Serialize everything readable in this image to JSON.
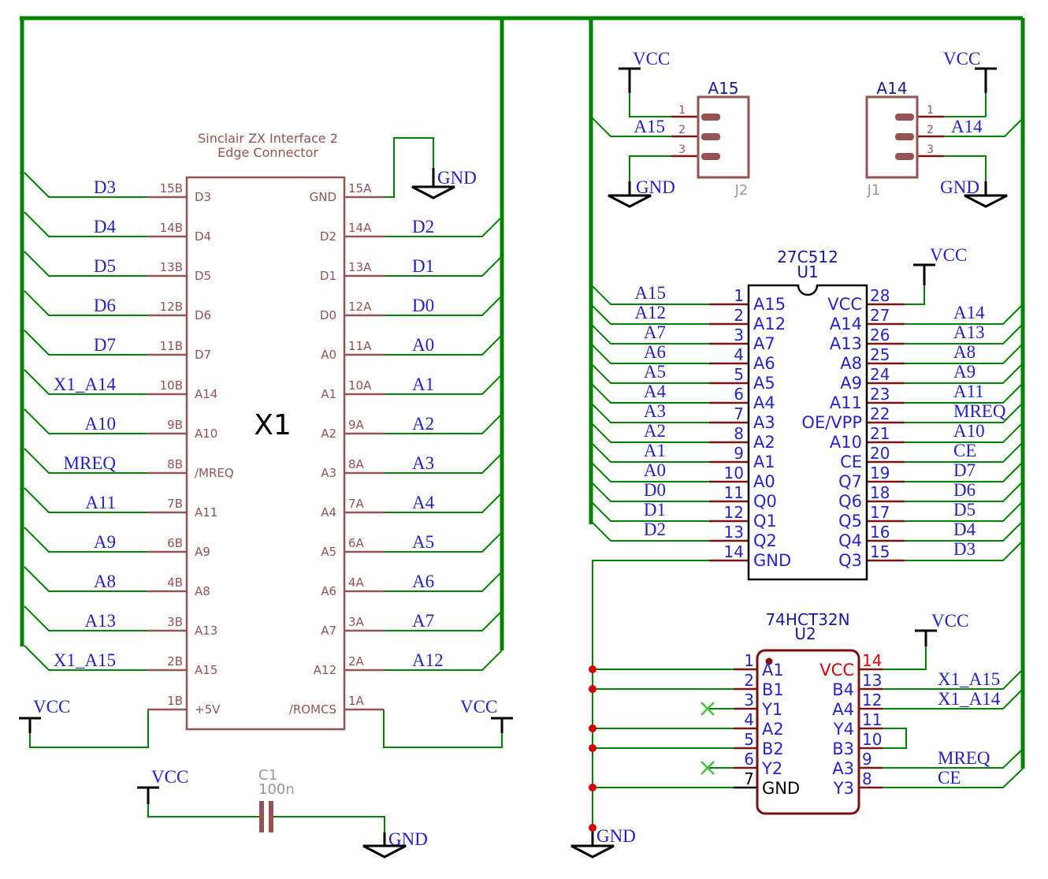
{
  "x1": {
    "title1": "Sinclair ZX Interface 2",
    "title2": "Edge Connector",
    "ref": "X1",
    "left": [
      {
        "num": "15B",
        "name": "D3",
        "net": "D3"
      },
      {
        "num": "14B",
        "name": "D4",
        "net": "D4"
      },
      {
        "num": "13B",
        "name": "D5",
        "net": "D5"
      },
      {
        "num": "12B",
        "name": "D6",
        "net": "D6"
      },
      {
        "num": "11B",
        "name": "D7",
        "net": "D7"
      },
      {
        "num": "10B",
        "name": "A14",
        "net": "X1_A14"
      },
      {
        "num": "9B",
        "name": "A10",
        "net": "A10"
      },
      {
        "num": "8B",
        "name": "/MREQ",
        "net": "MREQ"
      },
      {
        "num": "7B",
        "name": "A11",
        "net": "A11"
      },
      {
        "num": "6B",
        "name": "A9",
        "net": "A9"
      },
      {
        "num": "4B",
        "name": "A8",
        "net": "A8"
      },
      {
        "num": "3B",
        "name": "A13",
        "net": "A13"
      },
      {
        "num": "2B",
        "name": "A15",
        "net": "X1_A15"
      },
      {
        "num": "1B",
        "name": "+5V"
      }
    ],
    "right": [
      {
        "num": "15A",
        "name": "GND"
      },
      {
        "num": "14A",
        "name": "D2",
        "net": "D2"
      },
      {
        "num": "13A",
        "name": "D1",
        "net": "D1"
      },
      {
        "num": "12A",
        "name": "D0",
        "net": "D0"
      },
      {
        "num": "11A",
        "name": "A0",
        "net": "A0"
      },
      {
        "num": "10A",
        "name": "A1",
        "net": "A1"
      },
      {
        "num": "9A",
        "name": "A2",
        "net": "A2"
      },
      {
        "num": "8A",
        "name": "A3",
        "net": "A3"
      },
      {
        "num": "7A",
        "name": "A4",
        "net": "A4"
      },
      {
        "num": "6A",
        "name": "A5",
        "net": "A5"
      },
      {
        "num": "4A",
        "name": "A6",
        "net": "A6"
      },
      {
        "num": "3A",
        "name": "A7",
        "net": "A7"
      },
      {
        "num": "2A",
        "name": "A12",
        "net": "A12"
      },
      {
        "num": "1A",
        "name": "/ROMCS"
      }
    ]
  },
  "u1": {
    "title": "27C512",
    "ref": "U1",
    "left": [
      {
        "num": "1",
        "name": "A15",
        "net": "A15"
      },
      {
        "num": "2",
        "name": "A12",
        "net": "A12"
      },
      {
        "num": "3",
        "name": "A7",
        "net": "A7"
      },
      {
        "num": "4",
        "name": "A6",
        "net": "A6"
      },
      {
        "num": "5",
        "name": "A5",
        "net": "A5"
      },
      {
        "num": "6",
        "name": "A4",
        "net": "A4"
      },
      {
        "num": "7",
        "name": "A3",
        "net": "A3"
      },
      {
        "num": "8",
        "name": "A2",
        "net": "A2"
      },
      {
        "num": "9",
        "name": "A1",
        "net": "A1"
      },
      {
        "num": "10",
        "name": "A0",
        "net": "A0"
      },
      {
        "num": "11",
        "name": "Q0",
        "net": "D0"
      },
      {
        "num": "12",
        "name": "Q1",
        "net": "D1"
      },
      {
        "num": "13",
        "name": "Q2",
        "net": "D2"
      },
      {
        "num": "14",
        "name": "GND"
      }
    ],
    "right": [
      {
        "num": "28",
        "name": "VCC"
      },
      {
        "num": "27",
        "name": "A14",
        "net": "A14"
      },
      {
        "num": "26",
        "name": "A13",
        "net": "A13"
      },
      {
        "num": "25",
        "name": "A8",
        "net": "A8"
      },
      {
        "num": "24",
        "name": "A9",
        "net": "A9"
      },
      {
        "num": "23",
        "name": "A11",
        "net": "A11"
      },
      {
        "num": "22",
        "name": "OE/VPP",
        "net": "MREQ"
      },
      {
        "num": "21",
        "name": "A10",
        "net": "A10"
      },
      {
        "num": "20",
        "name": "CE",
        "net": "CE"
      },
      {
        "num": "19",
        "name": "Q7",
        "net": "D7"
      },
      {
        "num": "18",
        "name": "Q6",
        "net": "D6"
      },
      {
        "num": "17",
        "name": "Q5",
        "net": "D5"
      },
      {
        "num": "16",
        "name": "Q4",
        "net": "D4"
      },
      {
        "num": "15",
        "name": "Q3",
        "net": "D3"
      }
    ]
  },
  "u2": {
    "title": "74HCT32N",
    "ref": "U2",
    "left": [
      {
        "num": "1",
        "name": "A1"
      },
      {
        "num": "2",
        "name": "B1"
      },
      {
        "num": "3",
        "name": "Y1"
      },
      {
        "num": "4",
        "name": "A2"
      },
      {
        "num": "5",
        "name": "B2"
      },
      {
        "num": "6",
        "name": "Y2"
      },
      {
        "num": "7",
        "name": "GND"
      }
    ],
    "right": [
      {
        "num": "14",
        "name": "VCC"
      },
      {
        "num": "13",
        "name": "B4",
        "net": "X1_A15"
      },
      {
        "num": "12",
        "name": "A4",
        "net": "X1_A14"
      },
      {
        "num": "11",
        "name": "Y4"
      },
      {
        "num": "10",
        "name": "B3"
      },
      {
        "num": "9",
        "name": "A3",
        "net": "MREQ"
      },
      {
        "num": "8",
        "name": "Y3",
        "net": "CE"
      }
    ]
  },
  "j2": {
    "title": "A15",
    "ref": "J2",
    "pin1": "1",
    "pin2": "2",
    "pin3": "3",
    "net": "A15"
  },
  "j1": {
    "title": "A14",
    "ref": "J1",
    "pin1": "1",
    "pin2": "2",
    "pin3": "3",
    "net": "A14"
  },
  "c1": {
    "ref": "C1",
    "value": "100n"
  },
  "power": {
    "vcc": "VCC",
    "gnd": "GND"
  },
  "colors": {
    "wire": "#008400",
    "symbol_body": "#975353",
    "ic_outline_u1": "#000000",
    "ic_outline_u2": "#7c0f0f",
    "pin_lead": "#7a1515",
    "net_label": "#2222cc",
    "component_label": "#1a1a9c",
    "reference_gray": "#9a9a9a",
    "power_pin_red": "#dd0000",
    "junction": "#d00000",
    "no_connect": "#42c242"
  }
}
